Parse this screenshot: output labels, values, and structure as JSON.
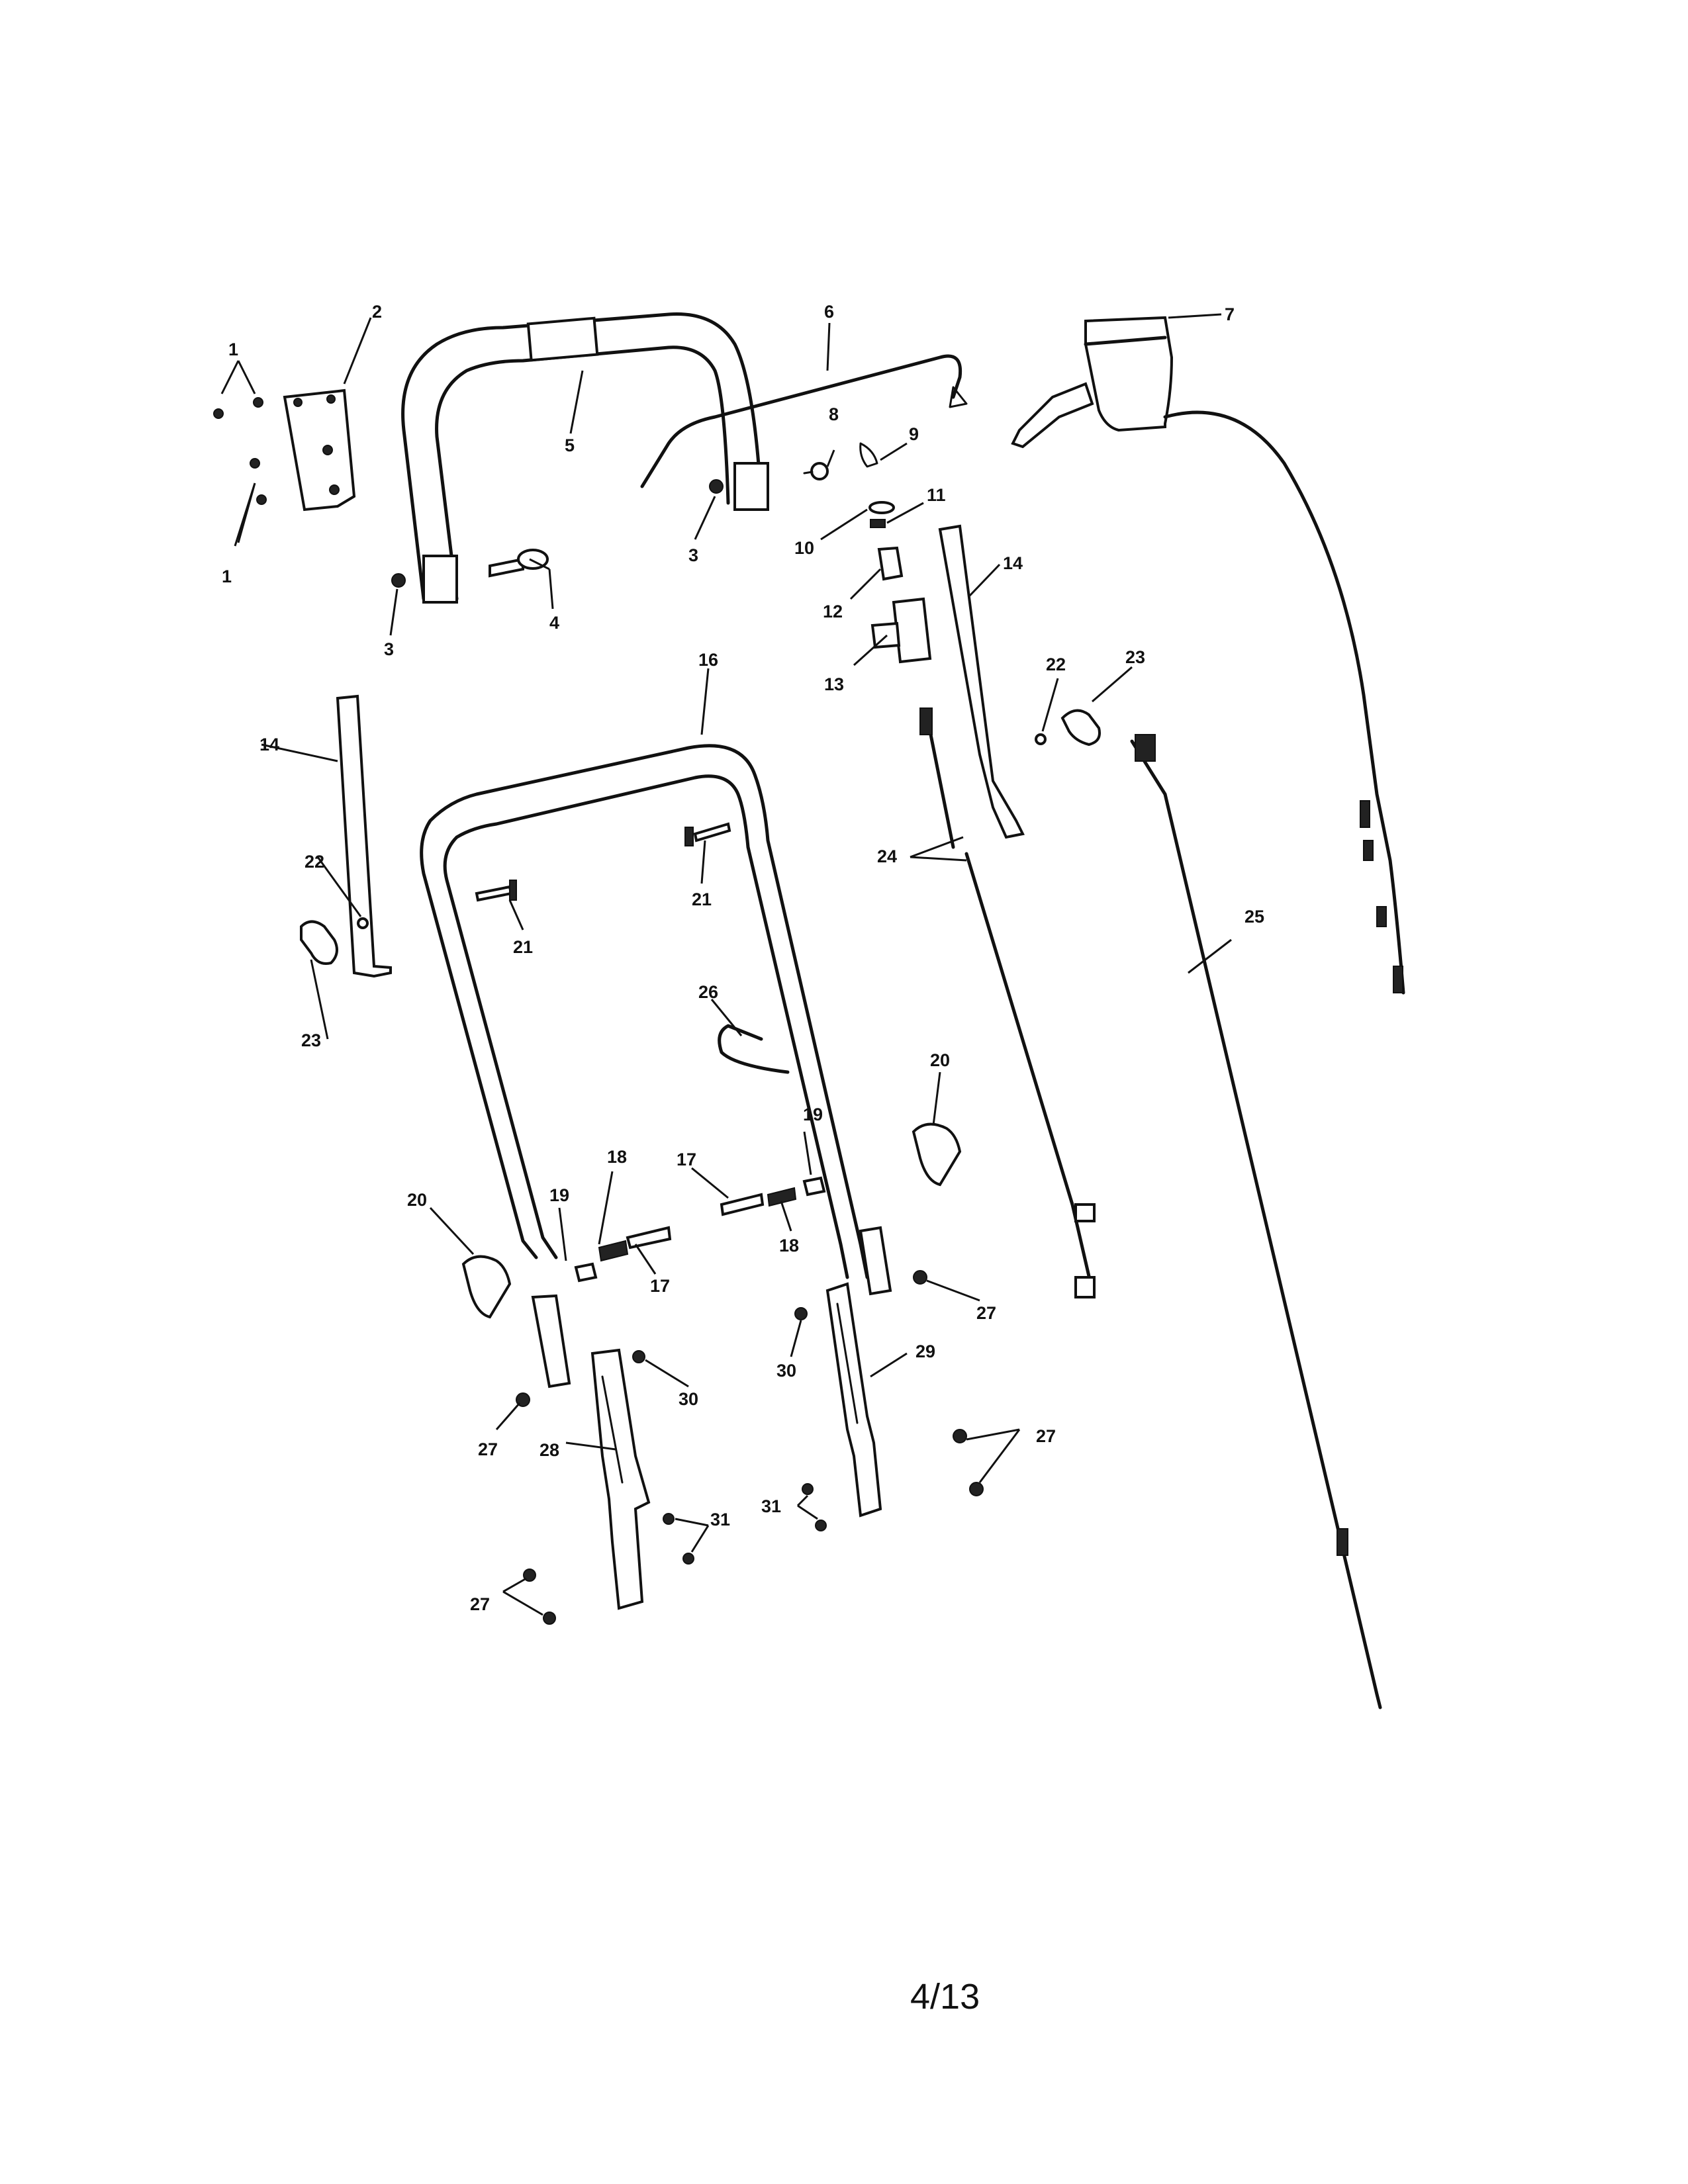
{
  "page_number": "4/13",
  "callouts": [
    "1",
    "1",
    "2",
    "3",
    "3",
    "4",
    "5",
    "6",
    "7",
    "8",
    "9",
    "10",
    "11",
    "12",
    "13",
    "14",
    "14",
    "16",
    "20",
    "20",
    "21",
    "21",
    "22",
    "22",
    "23",
    "23",
    "24",
    "25",
    "26",
    "17",
    "17",
    "18",
    "18",
    "19",
    "19",
    "27",
    "27",
    "27",
    "27",
    "28",
    "29",
    "30",
    "30",
    "31",
    "31"
  ]
}
